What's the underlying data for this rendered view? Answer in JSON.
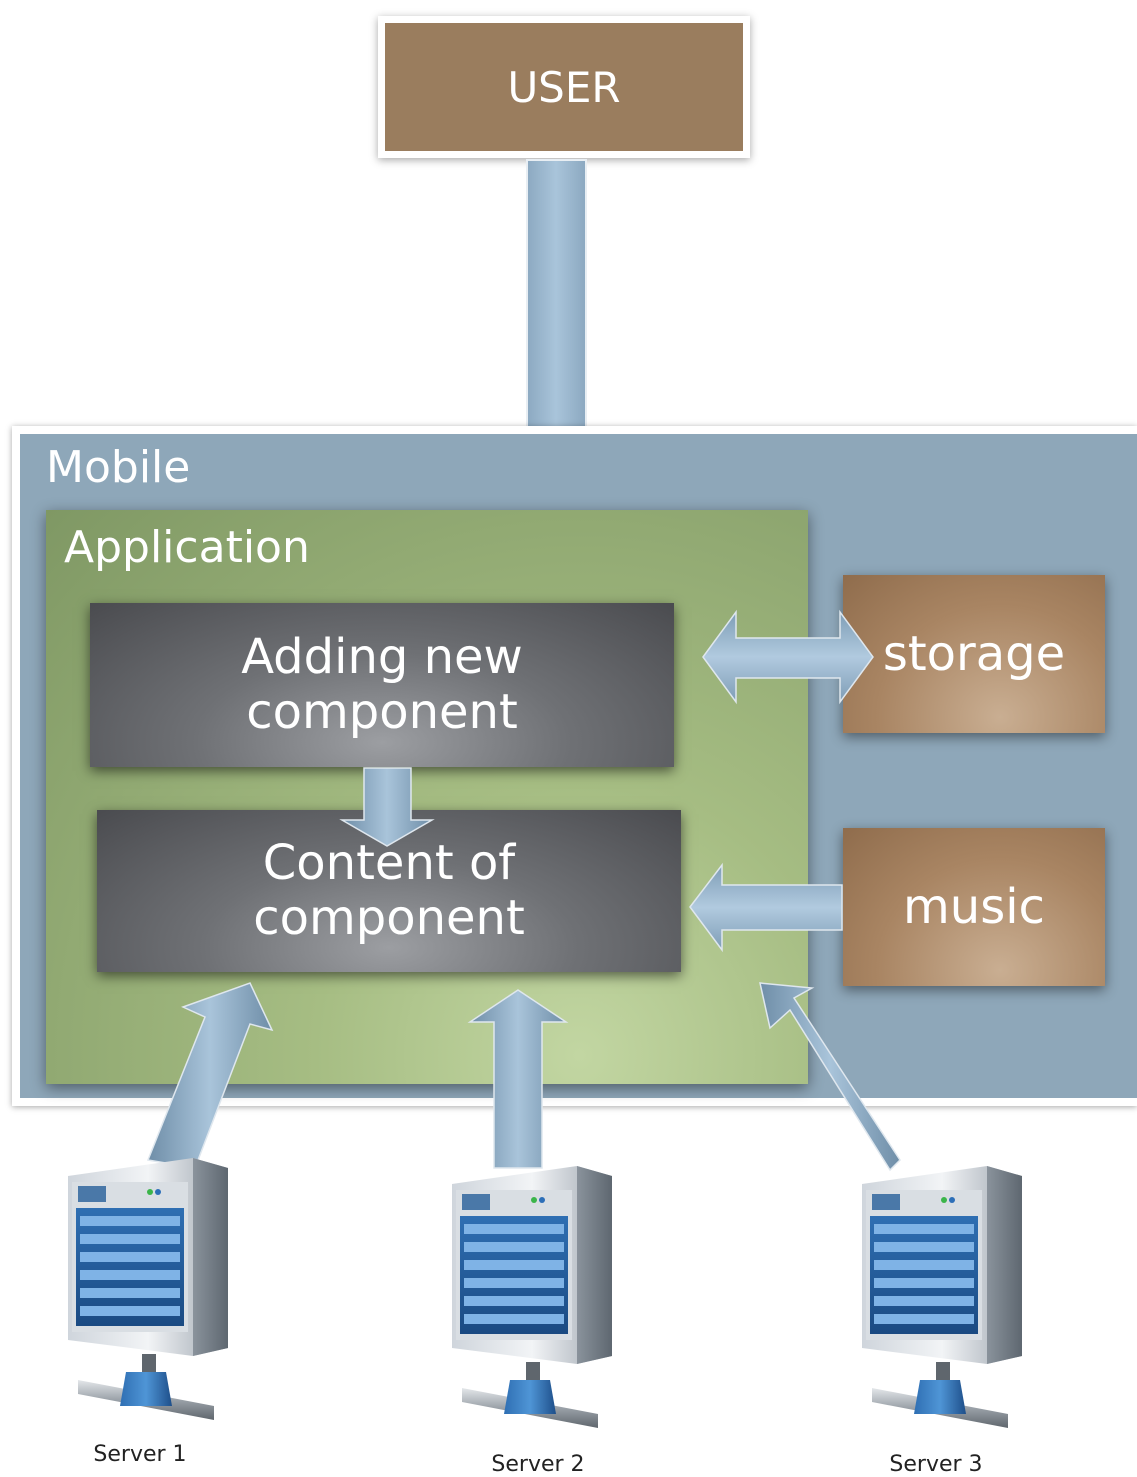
{
  "user": {
    "label": "USER"
  },
  "mobile": {
    "label": "Mobile"
  },
  "application": {
    "label": "Application"
  },
  "blocks": {
    "adding": "Adding new component",
    "content": "Content of component"
  },
  "side": {
    "storage": "storage",
    "music": "music"
  },
  "servers": [
    {
      "label": "Server 1"
    },
    {
      "label": "Server 2"
    },
    {
      "label": "Server 3"
    }
  ],
  "colors": {
    "user_fill": "#9a7d5e",
    "mobile_fill": "#8ea7b9",
    "application_fill": "#a6bd83",
    "block_fill": "#5a5b5f",
    "side_fill": "#a98563",
    "arrow_fill": "#8fafc8"
  }
}
